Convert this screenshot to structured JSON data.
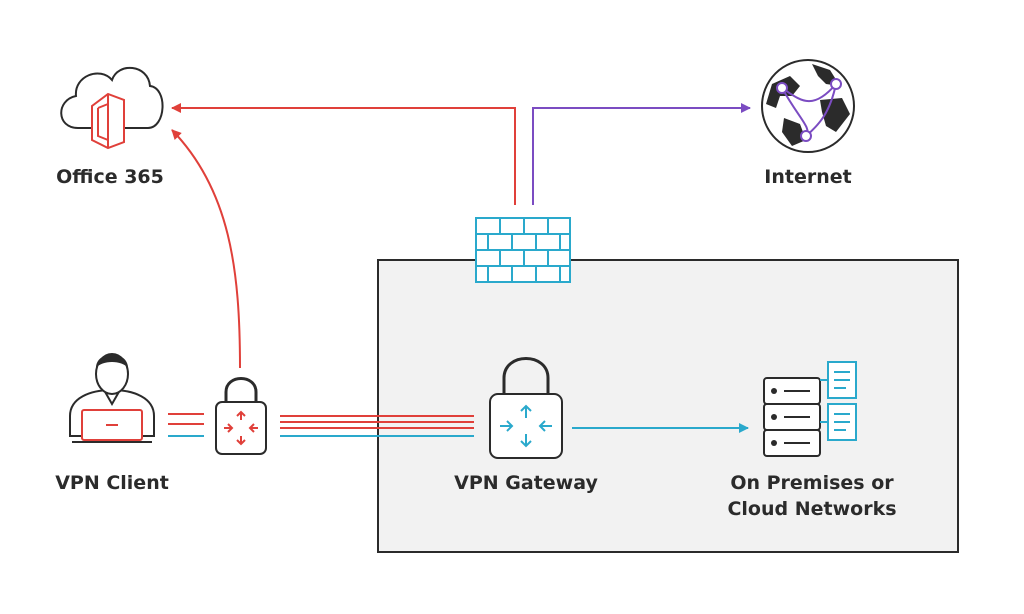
{
  "labels": {
    "office": "Office 365",
    "internet": "Internet",
    "client": "VPN Client",
    "gateway": "VPN Gateway",
    "premises_line1": "On Premises or",
    "premises_line2": "Cloud Networks"
  },
  "icons": {
    "office": "office-365-cloud-icon",
    "internet": "globe-icon",
    "client": "user-laptop-icon",
    "client_lock": "padlock-router-icon",
    "firewall": "brick-firewall-icon",
    "gateway": "padlock-router-icon",
    "servers": "server-rack-icon"
  },
  "colors": {
    "office_traffic": "#e0403a",
    "internet_traffic": "#7b4cc2",
    "private_traffic": "#2aa9cc",
    "outline": "#2b2b2b",
    "network_box": "#f2f2f2"
  }
}
